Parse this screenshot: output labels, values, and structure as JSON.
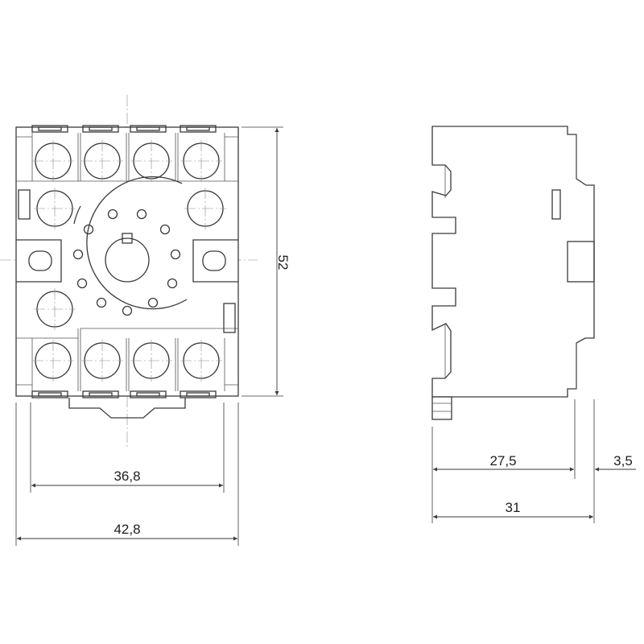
{
  "drawing": {
    "front_view": {
      "dimensions": {
        "inner_width": "36,8",
        "outer_width": "42,8",
        "height": "52"
      }
    },
    "side_view": {
      "dimensions": {
        "body_depth": "27,5",
        "rail_offset": "3,5",
        "total_depth": "31"
      }
    }
  }
}
